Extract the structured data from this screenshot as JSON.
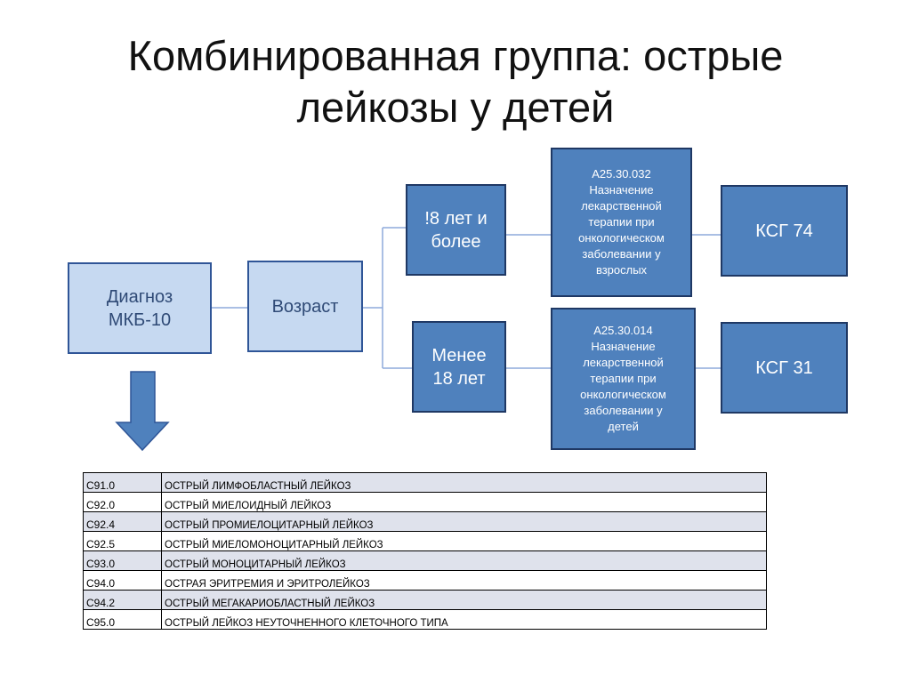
{
  "slide": {
    "title_line1": "Комбинированная группа: острые",
    "title_line2": "лейкозы у детей"
  },
  "diagram": {
    "diagnosis": {
      "line1": "Диагноз",
      "line2": "МКБ-10"
    },
    "age": "Возраст",
    "adult_age": {
      "line1": "!8 лет и",
      "line2": "более"
    },
    "child_age": {
      "line1": "Менее",
      "line2": "18 лет"
    },
    "adult_service": {
      "code": "A25.30.032",
      "line1": "Назначение",
      "line2": "лекарственной",
      "line3": "терапии при",
      "line4": "онкологическом",
      "line5": "заболевании у",
      "line6": "взрослых"
    },
    "child_service": {
      "code": "A25.30.014",
      "line1": "Назначение",
      "line2": "лекарственной",
      "line3": "терапии при",
      "line4": "онкологическом",
      "line5": "заболевании у",
      "line6": "детей"
    },
    "ksg_adult": "КСГ 74",
    "ksg_child": "КСГ 31",
    "colors": {
      "light_fill": "#c6d9f1",
      "dark_fill": "#4f81bd",
      "border": "#2f5597",
      "connector": "#8eaadb",
      "arrow": "#4f81bd"
    },
    "icons": [
      "down-arrow-icon"
    ]
  },
  "codes_table": {
    "rows": [
      {
        "code": "C91.0",
        "name": "Острый лимфобластный лейкоз"
      },
      {
        "code": "C92.0",
        "name": "Острый миелоидный лейкоз"
      },
      {
        "code": "C92.4",
        "name": "Острый промиелоцитарный лейкоз"
      },
      {
        "code": "C92.5",
        "name": "Острый миеломоноцитарный лейкоз"
      },
      {
        "code": "C93.0",
        "name": "Острый моноцитарный лейкоз"
      },
      {
        "code": "C94.0",
        "name": "Острая эритремия и эритролейкоз"
      },
      {
        "code": "C94.2",
        "name": "Острый мегакариобластный лейкоз"
      },
      {
        "code": "C95.0",
        "name": "Острый лейкоз неуточненного клеточного типа"
      }
    ]
  }
}
